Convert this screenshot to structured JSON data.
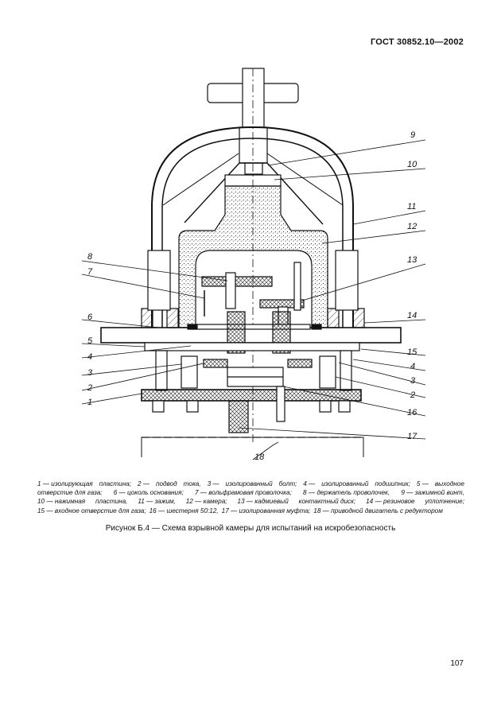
{
  "header": {
    "standard": "ГОСТ 30852.10—2002"
  },
  "figure": {
    "callouts": [
      "9",
      "10",
      "11",
      "12",
      "13",
      "14",
      "15",
      "4",
      "3",
      "2",
      "16",
      "17",
      "18",
      "8",
      "7",
      "6",
      "5",
      "4",
      "3",
      "2",
      "1"
    ]
  },
  "legend": {
    "lines": [
      [
        "1 — изолирующая",
        "пластина;",
        "2 —",
        "подвод",
        "тока,",
        "3 —",
        "изолированный",
        "болт;",
        "4 —",
        "изолированный",
        "подшипник;",
        "5 —",
        "выходное"
      ],
      [
        "отверстие для газа;",
        "6 — цоколь основания;",
        "7 — вольфрамовая проволочка;",
        "8 — держатель проволочек,",
        "9 — зажимной винт,"
      ],
      [
        "10 — нажимная",
        "пластина,",
        "11 — зажим,",
        "12 — камера;",
        "13 — кадмиевый",
        "контактный диск;",
        "14 — резиновое",
        "уплотнение;"
      ],
      [
        "15 — входное отверстие для газа;",
        "16 — шестерня 50:12,",
        "17 — изолированная муфта;",
        "18 — приводной двигатель с редуктором"
      ]
    ]
  },
  "caption": "Рисунок Б.4 — Схема взрывной камеры для испытаний на искробезопасность",
  "page_number": "107"
}
